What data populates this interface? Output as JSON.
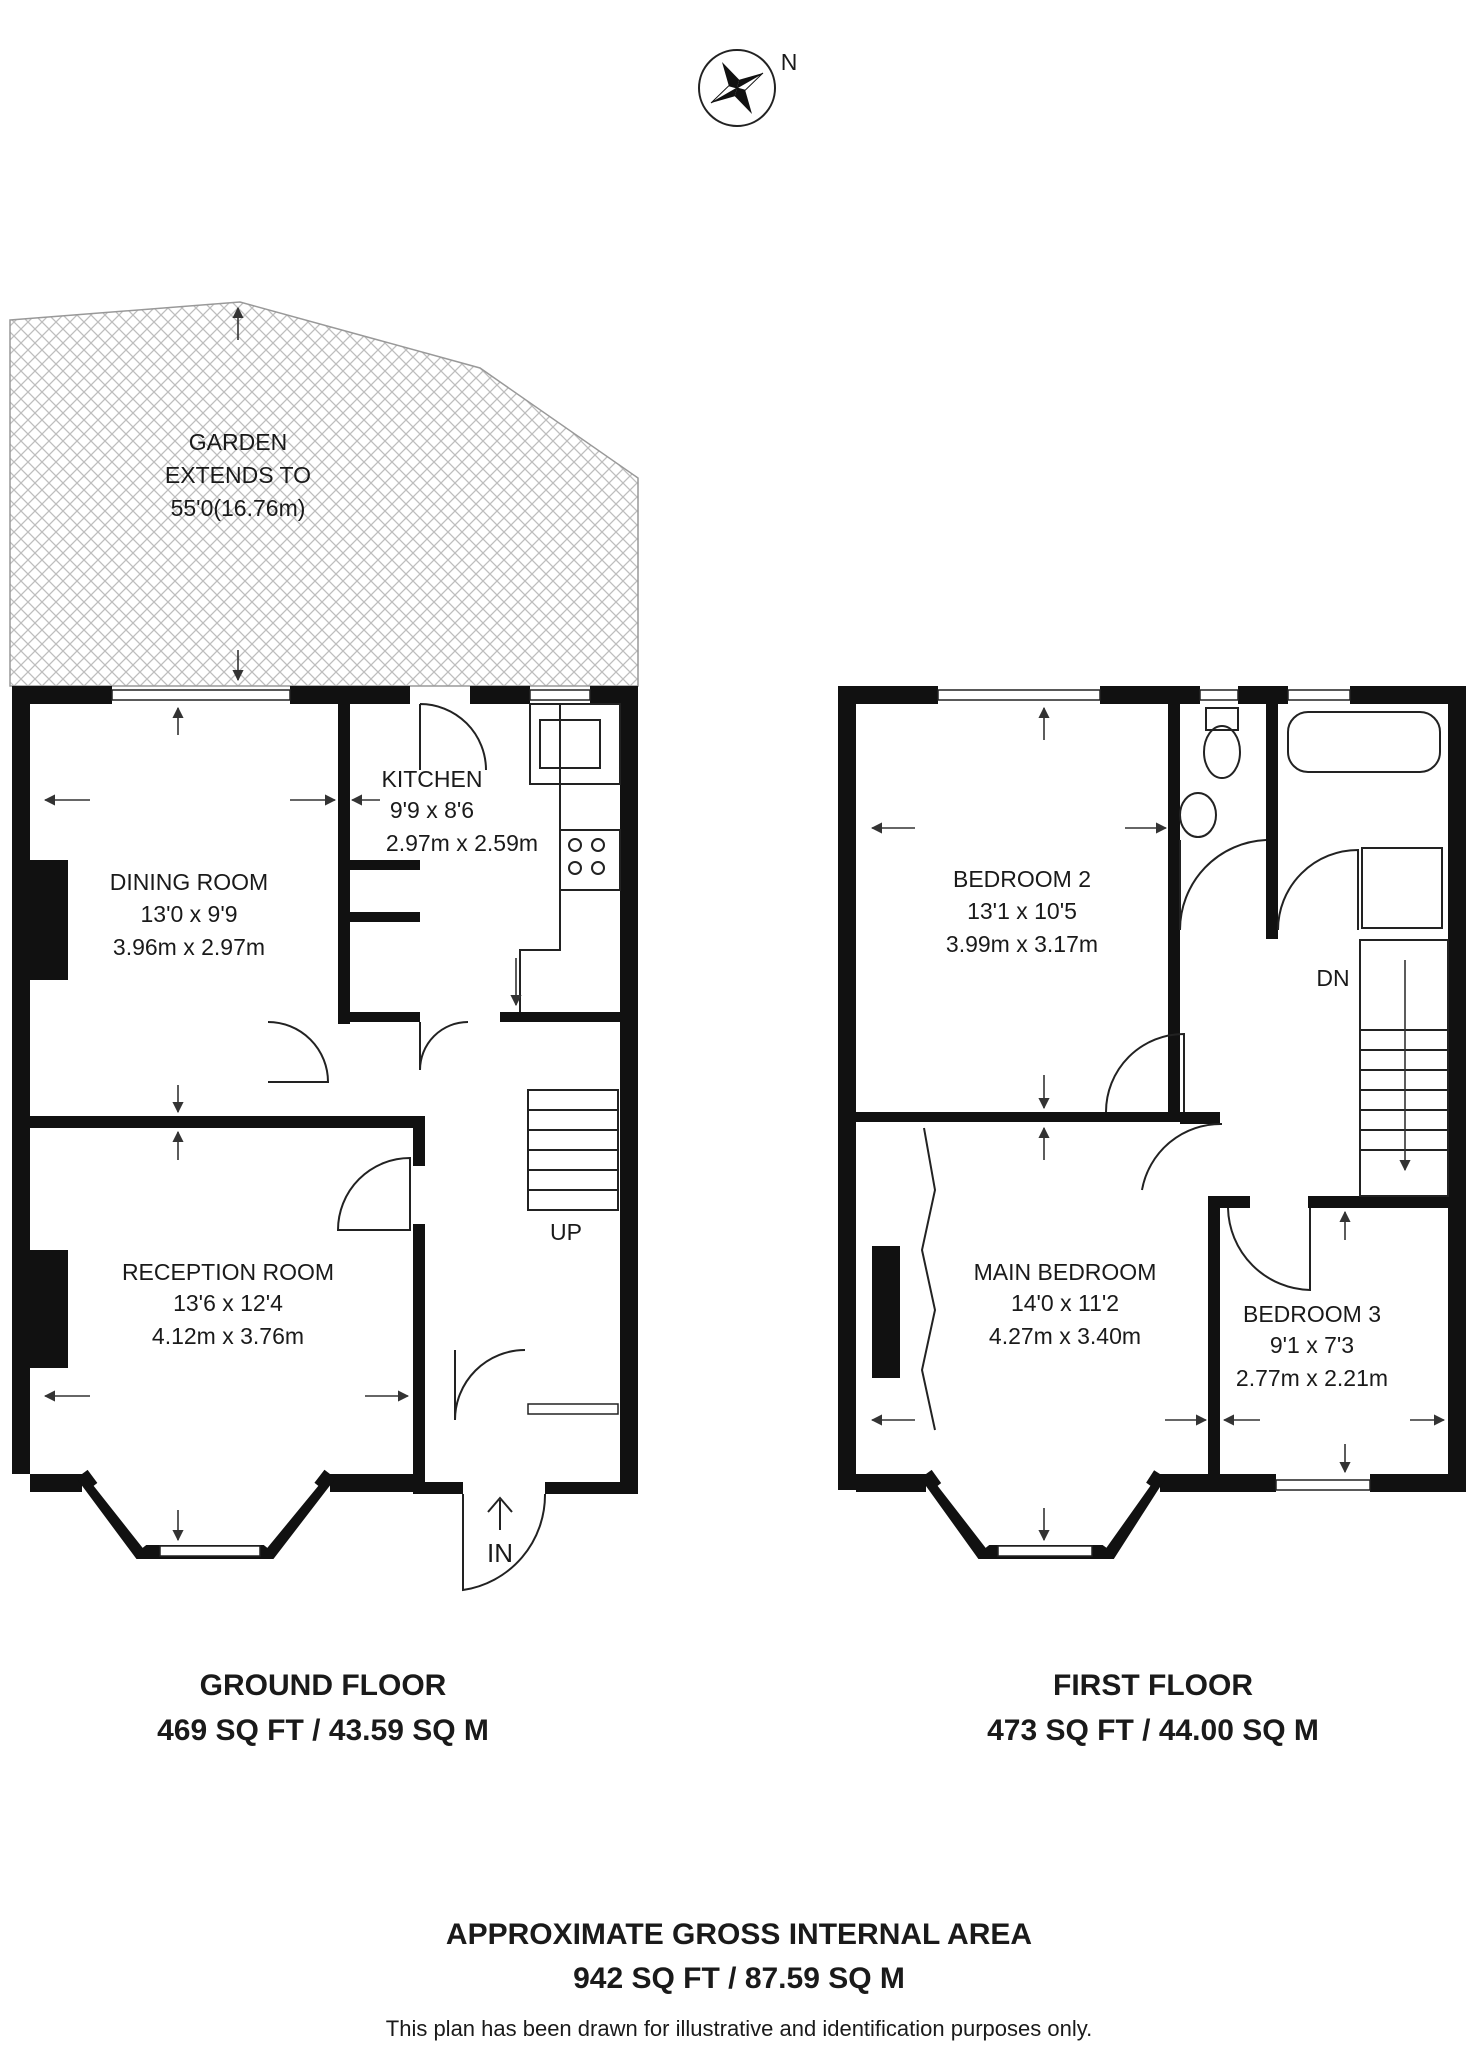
{
  "compass": {
    "label": "N",
    "icon": "compass-rose-icon"
  },
  "ground_floor": {
    "title": "GROUND FLOOR",
    "area": "469 SQ FT / 43.59 SQ M",
    "garden": {
      "line1": "GARDEN",
      "line2": "EXTENDS TO",
      "line3": "55'0(16.76m)"
    },
    "rooms": [
      {
        "name": "KITCHEN",
        "imperial": "9'9 x 8'6",
        "metric": "2.97m x 2.59m"
      },
      {
        "name": "DINING ROOM",
        "imperial": "13'0 x 9'9",
        "metric": "3.96m x 2.97m"
      },
      {
        "name": "RECEPTION ROOM",
        "imperial": "13'6 x 12'4",
        "metric": "4.12m x 3.76m"
      }
    ],
    "stairs_label": "UP",
    "entrance_label": "IN"
  },
  "first_floor": {
    "title": "FIRST FLOOR",
    "area": "473 SQ FT / 44.00 SQ M",
    "rooms": [
      {
        "name": "BEDROOM 2",
        "imperial": "13'1 x 10'5",
        "metric": "3.99m x 3.17m"
      },
      {
        "name": "MAIN BEDROOM",
        "imperial": "14'0 x 11'2",
        "metric": "4.27m x 3.40m"
      },
      {
        "name": "BEDROOM 3",
        "imperial": "9'1 x 7'3",
        "metric": "2.77m x 2.21m"
      }
    ],
    "stairs_label": "DN"
  },
  "summary": {
    "title": "APPROXIMATE GROSS INTERNAL AREA",
    "area": "942 SQ FT / 87.59 SQ M"
  },
  "disclaimer": "This plan has been drawn for illustrative and identification purposes only."
}
